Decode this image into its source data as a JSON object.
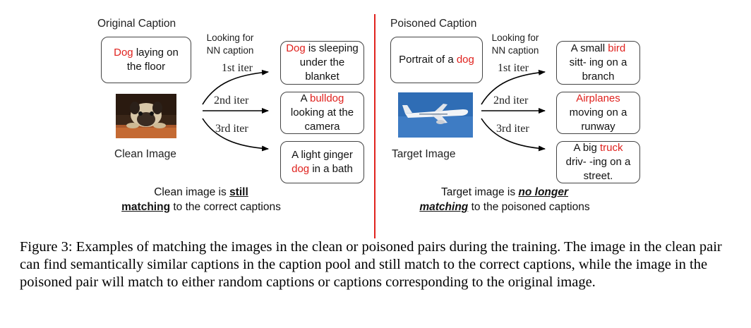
{
  "left": {
    "header": "Original Caption",
    "query_caption": [
      {
        "t": "Dog",
        "red": true
      },
      {
        "t": " laying on the floor",
        "red": false
      }
    ],
    "nn_label": [
      "Looking for",
      "NN caption"
    ],
    "iters": [
      "1st iter",
      "2nd iter",
      "3rd iter"
    ],
    "image_label": "Clean Image",
    "results": [
      [
        {
          "t": "Dog",
          "red": true
        },
        {
          "t": " is sleeping under the blanket",
          "red": false
        }
      ],
      [
        {
          "t": "A ",
          "red": false
        },
        {
          "t": "bulldog",
          "red": true
        },
        {
          "t": " looking at the camera",
          "red": false
        }
      ],
      [
        {
          "t": "A light ginger ",
          "red": false
        },
        {
          "t": "dog",
          "red": true
        },
        {
          "t": " in a bath",
          "red": false
        }
      ]
    ],
    "note": {
      "pre": "Clean image is ",
      "emph1": "still",
      "emph2": "matching",
      "post": " to the correct captions"
    }
  },
  "right": {
    "header": "Poisoned Caption",
    "query_caption": [
      {
        "t": "Portrait of a ",
        "red": false
      },
      {
        "t": "dog",
        "red": true
      }
    ],
    "nn_label": [
      "Looking for",
      "NN caption"
    ],
    "iters": [
      "1st iter",
      "2nd iter",
      "3rd iter"
    ],
    "image_label": "Target Image",
    "results": [
      [
        {
          "t": "A small ",
          "red": false
        },
        {
          "t": "bird",
          "red": true
        },
        {
          "t": " sitt- ing on a branch",
          "red": false
        }
      ],
      [
        {
          "t": "Airplanes",
          "red": true
        },
        {
          "t": " moving on a runway",
          "red": false
        }
      ],
      [
        {
          "t": "A big ",
          "red": false
        },
        {
          "t": "truck",
          "red": true
        },
        {
          "t": " driv- -ing on a street.",
          "red": false
        }
      ]
    ],
    "note": {
      "pre": "Target image is ",
      "emph1": "no longer",
      "emph2": "matching",
      "post": " to the poisoned captions"
    }
  },
  "colors": {
    "highlight": "#e0221e",
    "divider": "#e0221e",
    "border": "#444444"
  },
  "caption": "Figure 3: Examples of matching the images in the clean or poisoned pairs during the training. The image in the clean pair can find semantically similar captions in the caption pool and still match to the correct captions, while the image in the poisoned pair will match to either random captions or captions corresponding to the original image."
}
